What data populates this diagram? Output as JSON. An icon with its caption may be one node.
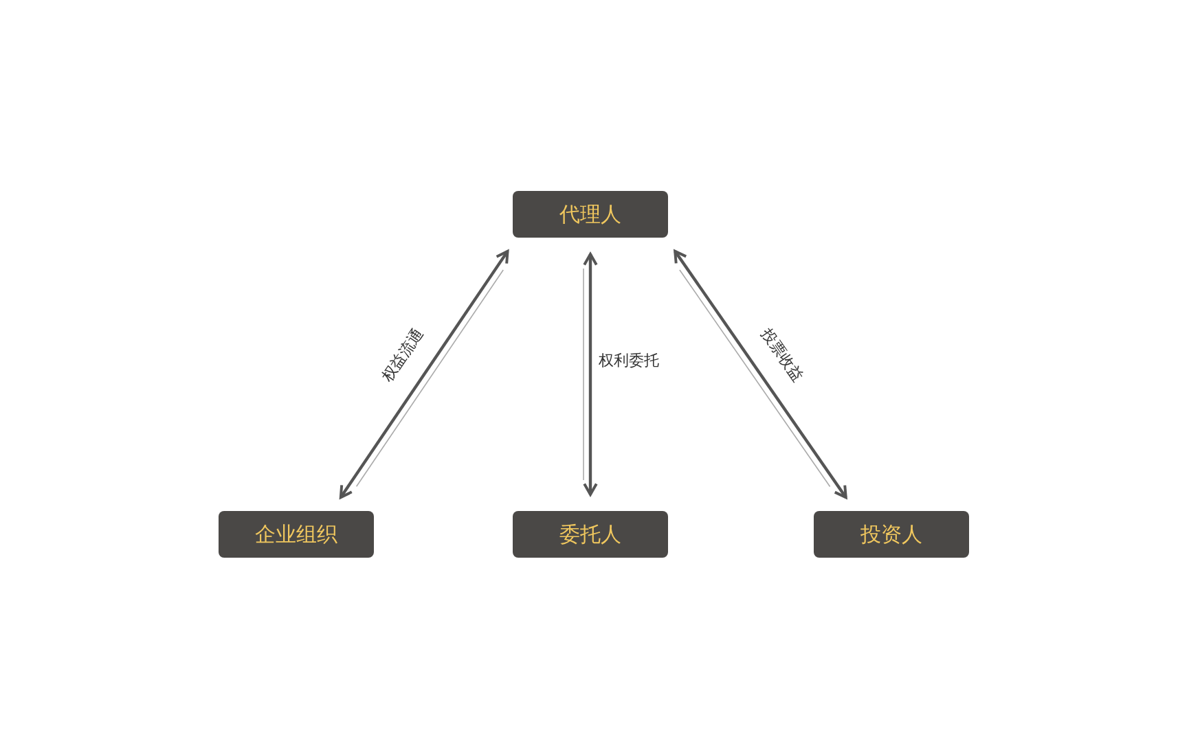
{
  "diagram": {
    "nodes": [
      {
        "text": [
          "代理人"
        ]
      },
      {
        "text": [
          "企业组织"
        ]
      },
      {
        "text": [
          "委托人"
        ]
      },
      {
        "text": [
          "投资人"
        ]
      }
    ],
    "edges": [
      {
        "from": 1,
        "to": 0,
        "arrow": "both",
        "label": "权益流通"
      },
      {
        "from": 2,
        "to": 0,
        "arrow": "both",
        "label": "权利委托"
      },
      {
        "from": 3,
        "to": 0,
        "arrow": "both",
        "label": "投票收益"
      }
    ]
  }
}
